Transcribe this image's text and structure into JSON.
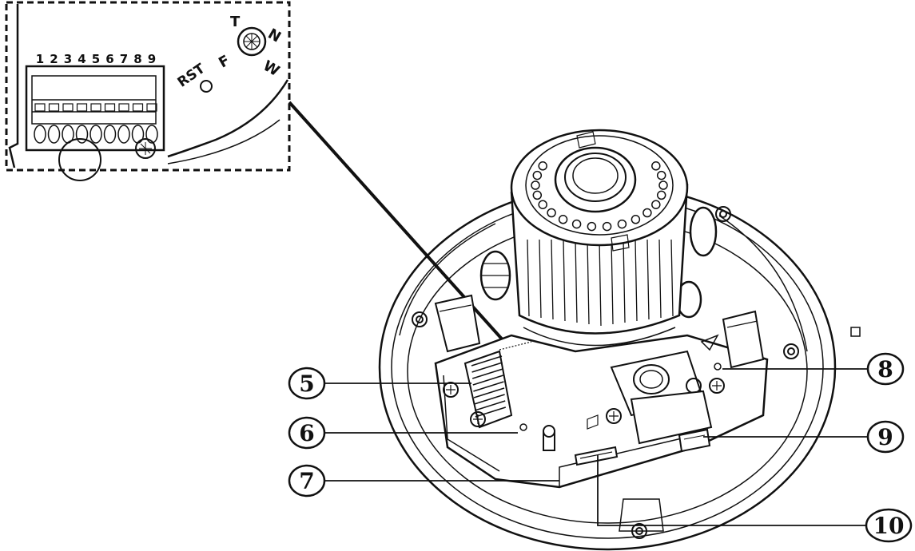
{
  "inset": {
    "terminal_numbers": [
      "1",
      "2",
      "3",
      "4",
      "5",
      "6",
      "7",
      "8",
      "9"
    ],
    "reset_label": "RST",
    "focus_letters": {
      "tele": "T",
      "focus": "F",
      "near": "N",
      "wide": "W"
    }
  },
  "callouts": [
    "5",
    "6",
    "7",
    "8",
    "9",
    "10"
  ],
  "colors": {
    "line": "#111111",
    "background": "#ffffff"
  }
}
